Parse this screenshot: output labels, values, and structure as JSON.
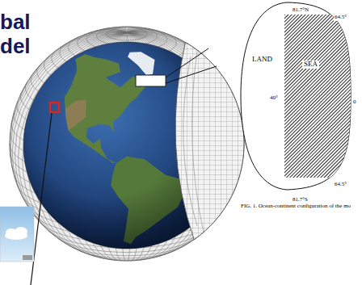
{
  "diagram": {
    "caption": "FIG. 1. Ocean-continent configuration of the mo",
    "nodes": [
      {
        "text": [
          "LAND"
        ]
      },
      {
        "text": [
          "SEA"
        ],
        "in": 0
      }
    ],
    "labels": [
      "bal",
      "del",
      "81.7°N",
      "64.5°",
      "40°",
      "0",
      "64.5°",
      "81.7°S"
    ]
  }
}
